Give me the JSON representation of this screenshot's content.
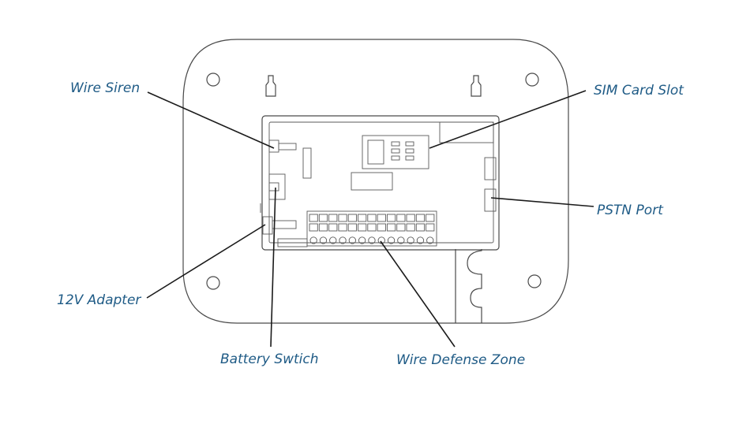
{
  "diagram": {
    "label_color": "#1f5b86",
    "line_color": "#1b1b1b",
    "device_stroke": "#4a4a4a",
    "callouts": {
      "wire_siren": "Wire Siren",
      "sim_card_slot": "SIM Card Slot",
      "pstn_port": "PSTN Port",
      "adapter_12v": "12V Adapter",
      "battery_switch": "Battery Swtich",
      "wire_defense_zone": "Wire Defense Zone"
    }
  }
}
